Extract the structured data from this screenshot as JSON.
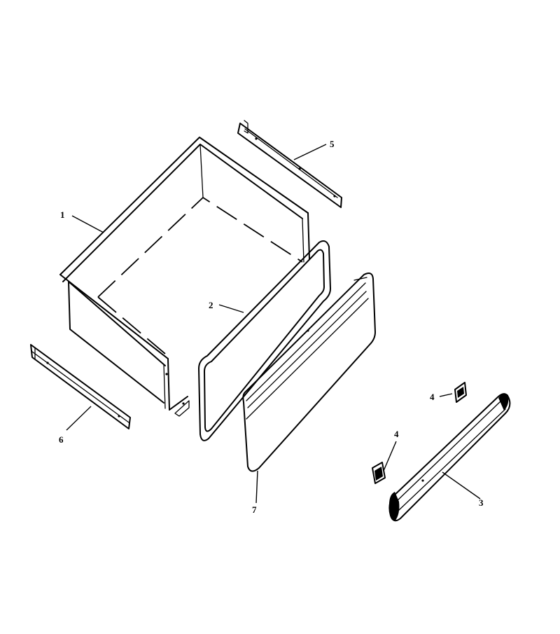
{
  "diagram": {
    "callouts": [
      {
        "id": "callout-1",
        "label": "1"
      },
      {
        "id": "callout-2",
        "label": "2"
      },
      {
        "id": "callout-3",
        "label": "3"
      },
      {
        "id": "callout-4a",
        "label": "4"
      },
      {
        "id": "callout-4b",
        "label": "4"
      },
      {
        "id": "callout-5",
        "label": "5"
      },
      {
        "id": "callout-6",
        "label": "6"
      },
      {
        "id": "callout-7",
        "label": "7"
      }
    ]
  }
}
